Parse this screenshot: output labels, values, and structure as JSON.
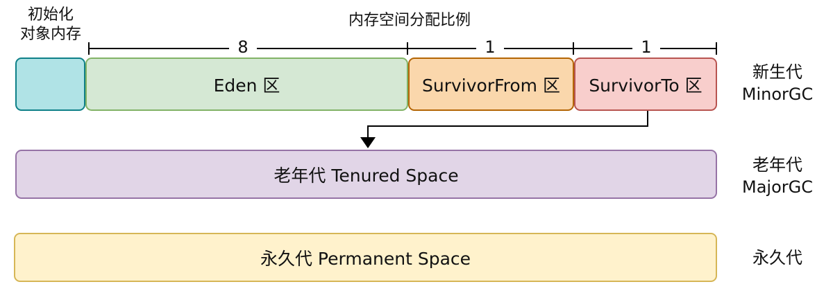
{
  "init_label": {
    "line1": "初始化",
    "line2": "对象内存"
  },
  "ratio_title": "内存空间分配比例",
  "ratios": {
    "eden": "8",
    "from": "1",
    "to": "1"
  },
  "young": {
    "eden": "Eden 区",
    "from": "SurvivorFrom 区",
    "to": "SurvivorTo 区",
    "side_line1": "新生代",
    "side_line2": "MinorGC"
  },
  "old": {
    "label": "老年代 Tenured Space",
    "side_line1": "老年代",
    "side_line2": "MajorGC"
  },
  "perm": {
    "label": "永久代 Permanent Space",
    "side": "永久代"
  },
  "colors": {
    "init": "#b0e3e6",
    "eden": "#d5e8d4",
    "survivor_from": "#fad7ac",
    "survivor_to": "#f8cecc",
    "tenured": "#e1d5e7",
    "permanent": "#fff2cc"
  }
}
